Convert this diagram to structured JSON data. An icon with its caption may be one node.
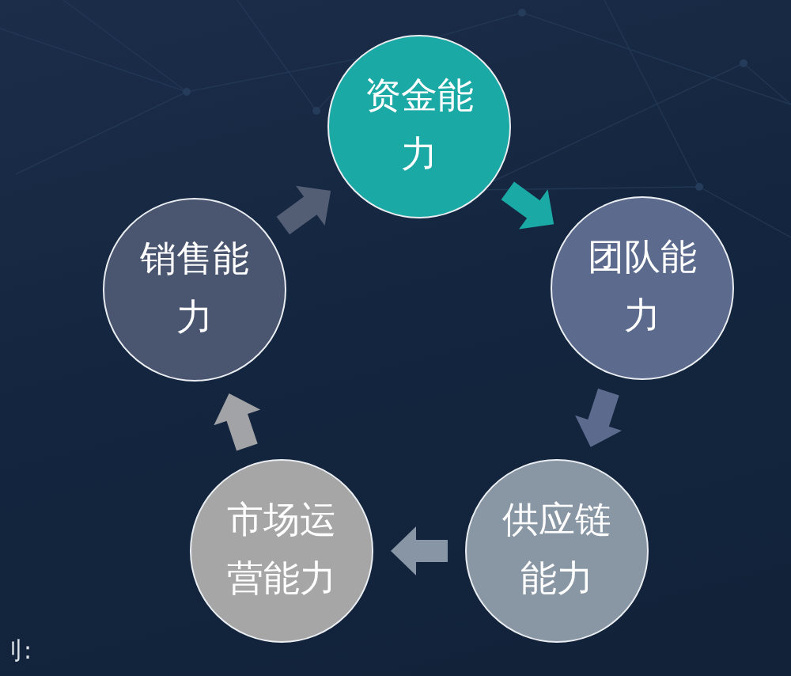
{
  "diagram": {
    "nodes": [
      {
        "text": [
          "资金能力"
        ]
      },
      {
        "text": [
          "团队能力"
        ]
      },
      {
        "text": [
          "供应链能力"
        ]
      },
      {
        "text": [
          "市场运营能力"
        ]
      },
      {
        "text": [
          "销售能力"
        ]
      }
    ],
    "edges": [
      {
        "from": 0,
        "to": 1,
        "arrow": "to",
        "color": "#1ba9a5"
      },
      {
        "from": 1,
        "to": 2,
        "arrow": "to",
        "color": "#5c6b8d"
      },
      {
        "from": 2,
        "to": 3,
        "arrow": "to",
        "color": "#8795a4"
      },
      {
        "from": 3,
        "to": 4,
        "arrow": "to",
        "color": "#a2a3a6"
      },
      {
        "from": 4,
        "to": 0,
        "arrow": "to",
        "color": "#535d73"
      }
    ],
    "labels": [
      "刂:"
    ]
  }
}
